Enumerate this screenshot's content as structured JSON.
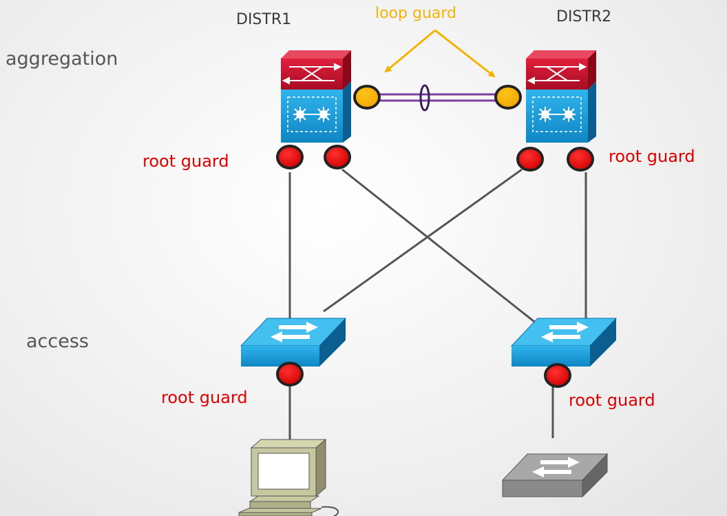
{
  "labels": {
    "aggregation": "aggregation",
    "access": "access",
    "distr1": "DISTR1",
    "distr2": "DISTR2",
    "loop_guard": "loop guard",
    "root_guard_distr1": "root guard",
    "root_guard_distr2": "root guard",
    "root_guard_access1": "root guard",
    "root_guard_access2": "root guard"
  },
  "colors": {
    "root_guard": "#e00000",
    "loop_guard": "#f2b400",
    "link": "#555555",
    "etherchannel": "#7a3fa0",
    "switch_blue": "#1a9fd8",
    "router_red": "#c8102e"
  },
  "icons": {
    "distr1": "layer3-switch-icon",
    "distr2": "layer3-switch-icon",
    "access1": "workgroup-switch-icon",
    "access2": "workgroup-switch-icon",
    "pc": "pc-icon",
    "rogue_switch": "workgroup-switch-gray-icon"
  }
}
